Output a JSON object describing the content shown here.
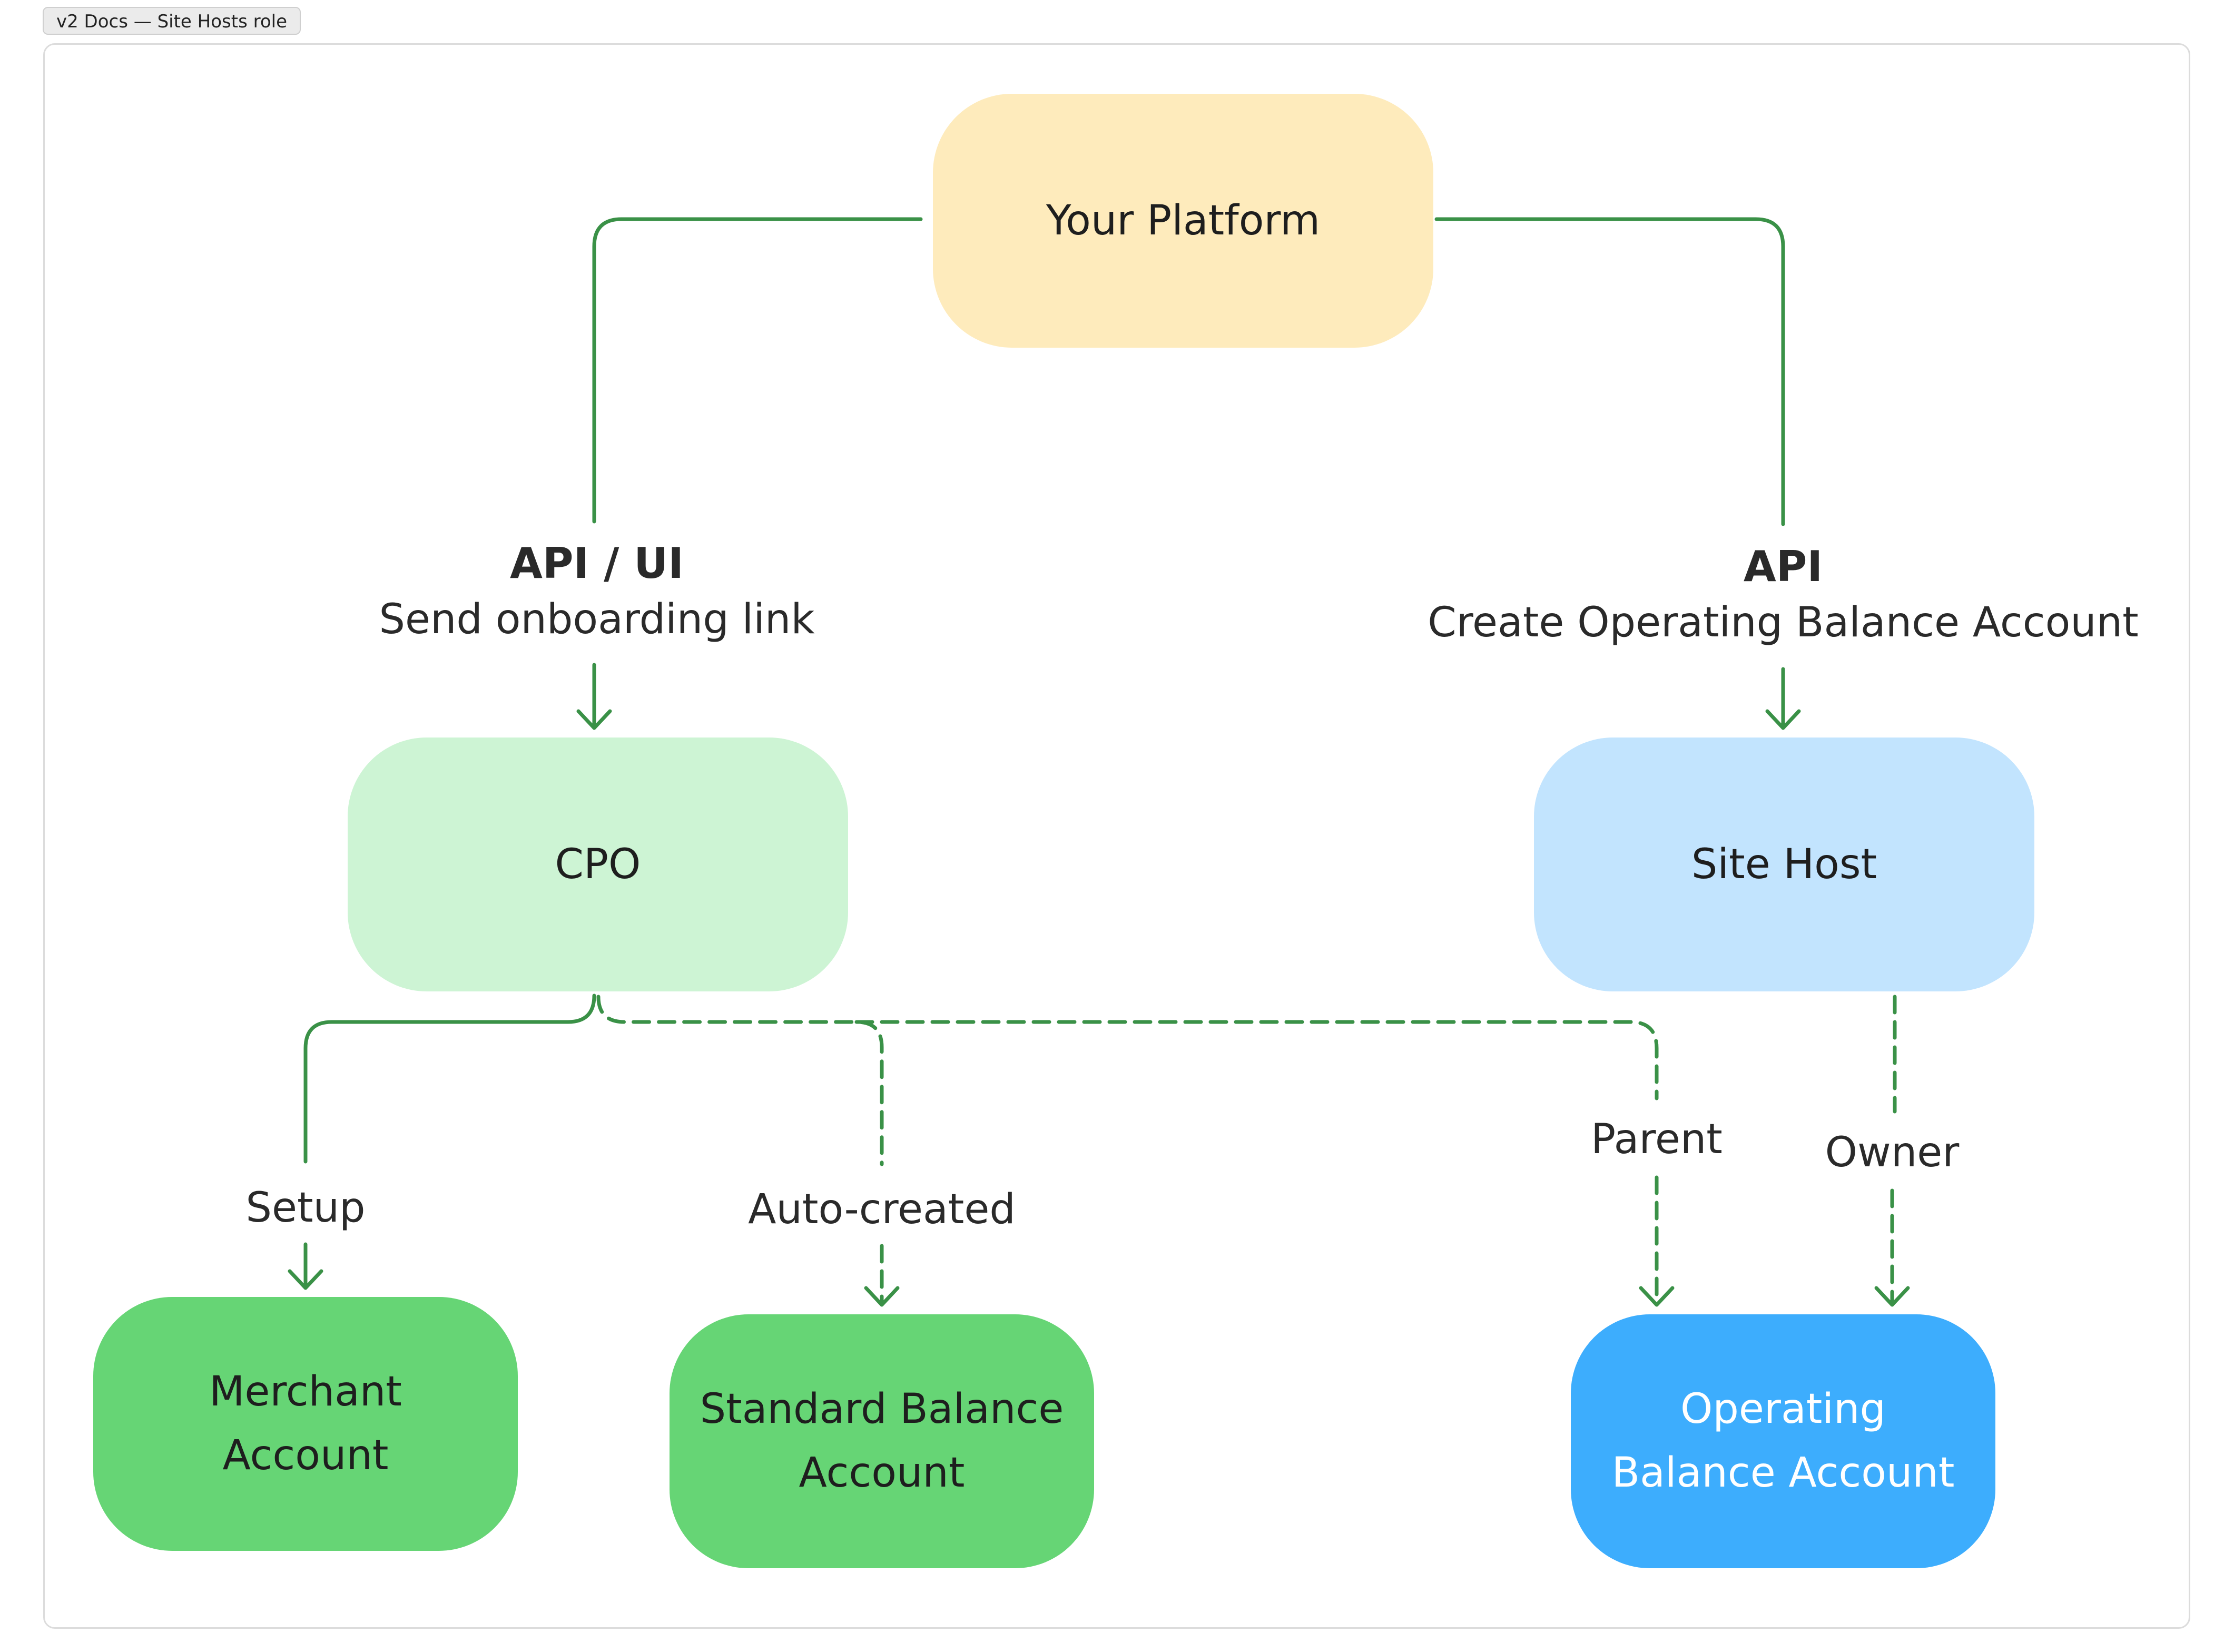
{
  "frame": {
    "title": "v2 Docs — Site Hosts role"
  },
  "nodes": {
    "platform": {
      "label": "Your Platform",
      "color": "#FEEBBC"
    },
    "cpo": {
      "label": "CPO",
      "color": "#CDF4D4"
    },
    "site_host": {
      "label": "Site Host",
      "color": "#C2E4FE"
    },
    "merchant": {
      "label": "Merchant\nAccount",
      "color": "#66D575"
    },
    "standard_balance": {
      "label": "Standard Balance\nAccount",
      "color": "#66D575"
    },
    "operating_balance": {
      "label": "Operating\nBalance Account",
      "color": "#3DADFD",
      "text_color": "#FFFFFF"
    }
  },
  "edges": {
    "onboarding": {
      "title": "API / UI",
      "text": "Send onboarding link"
    },
    "create_operating": {
      "title": "API",
      "text": "Create Operating Balance Account"
    },
    "setup": {
      "text": "Setup"
    },
    "auto_created": {
      "text": "Auto-created"
    },
    "parent": {
      "text": "Parent"
    },
    "owner": {
      "text": "Owner"
    }
  },
  "colors": {
    "edge": "#3A9147"
  }
}
